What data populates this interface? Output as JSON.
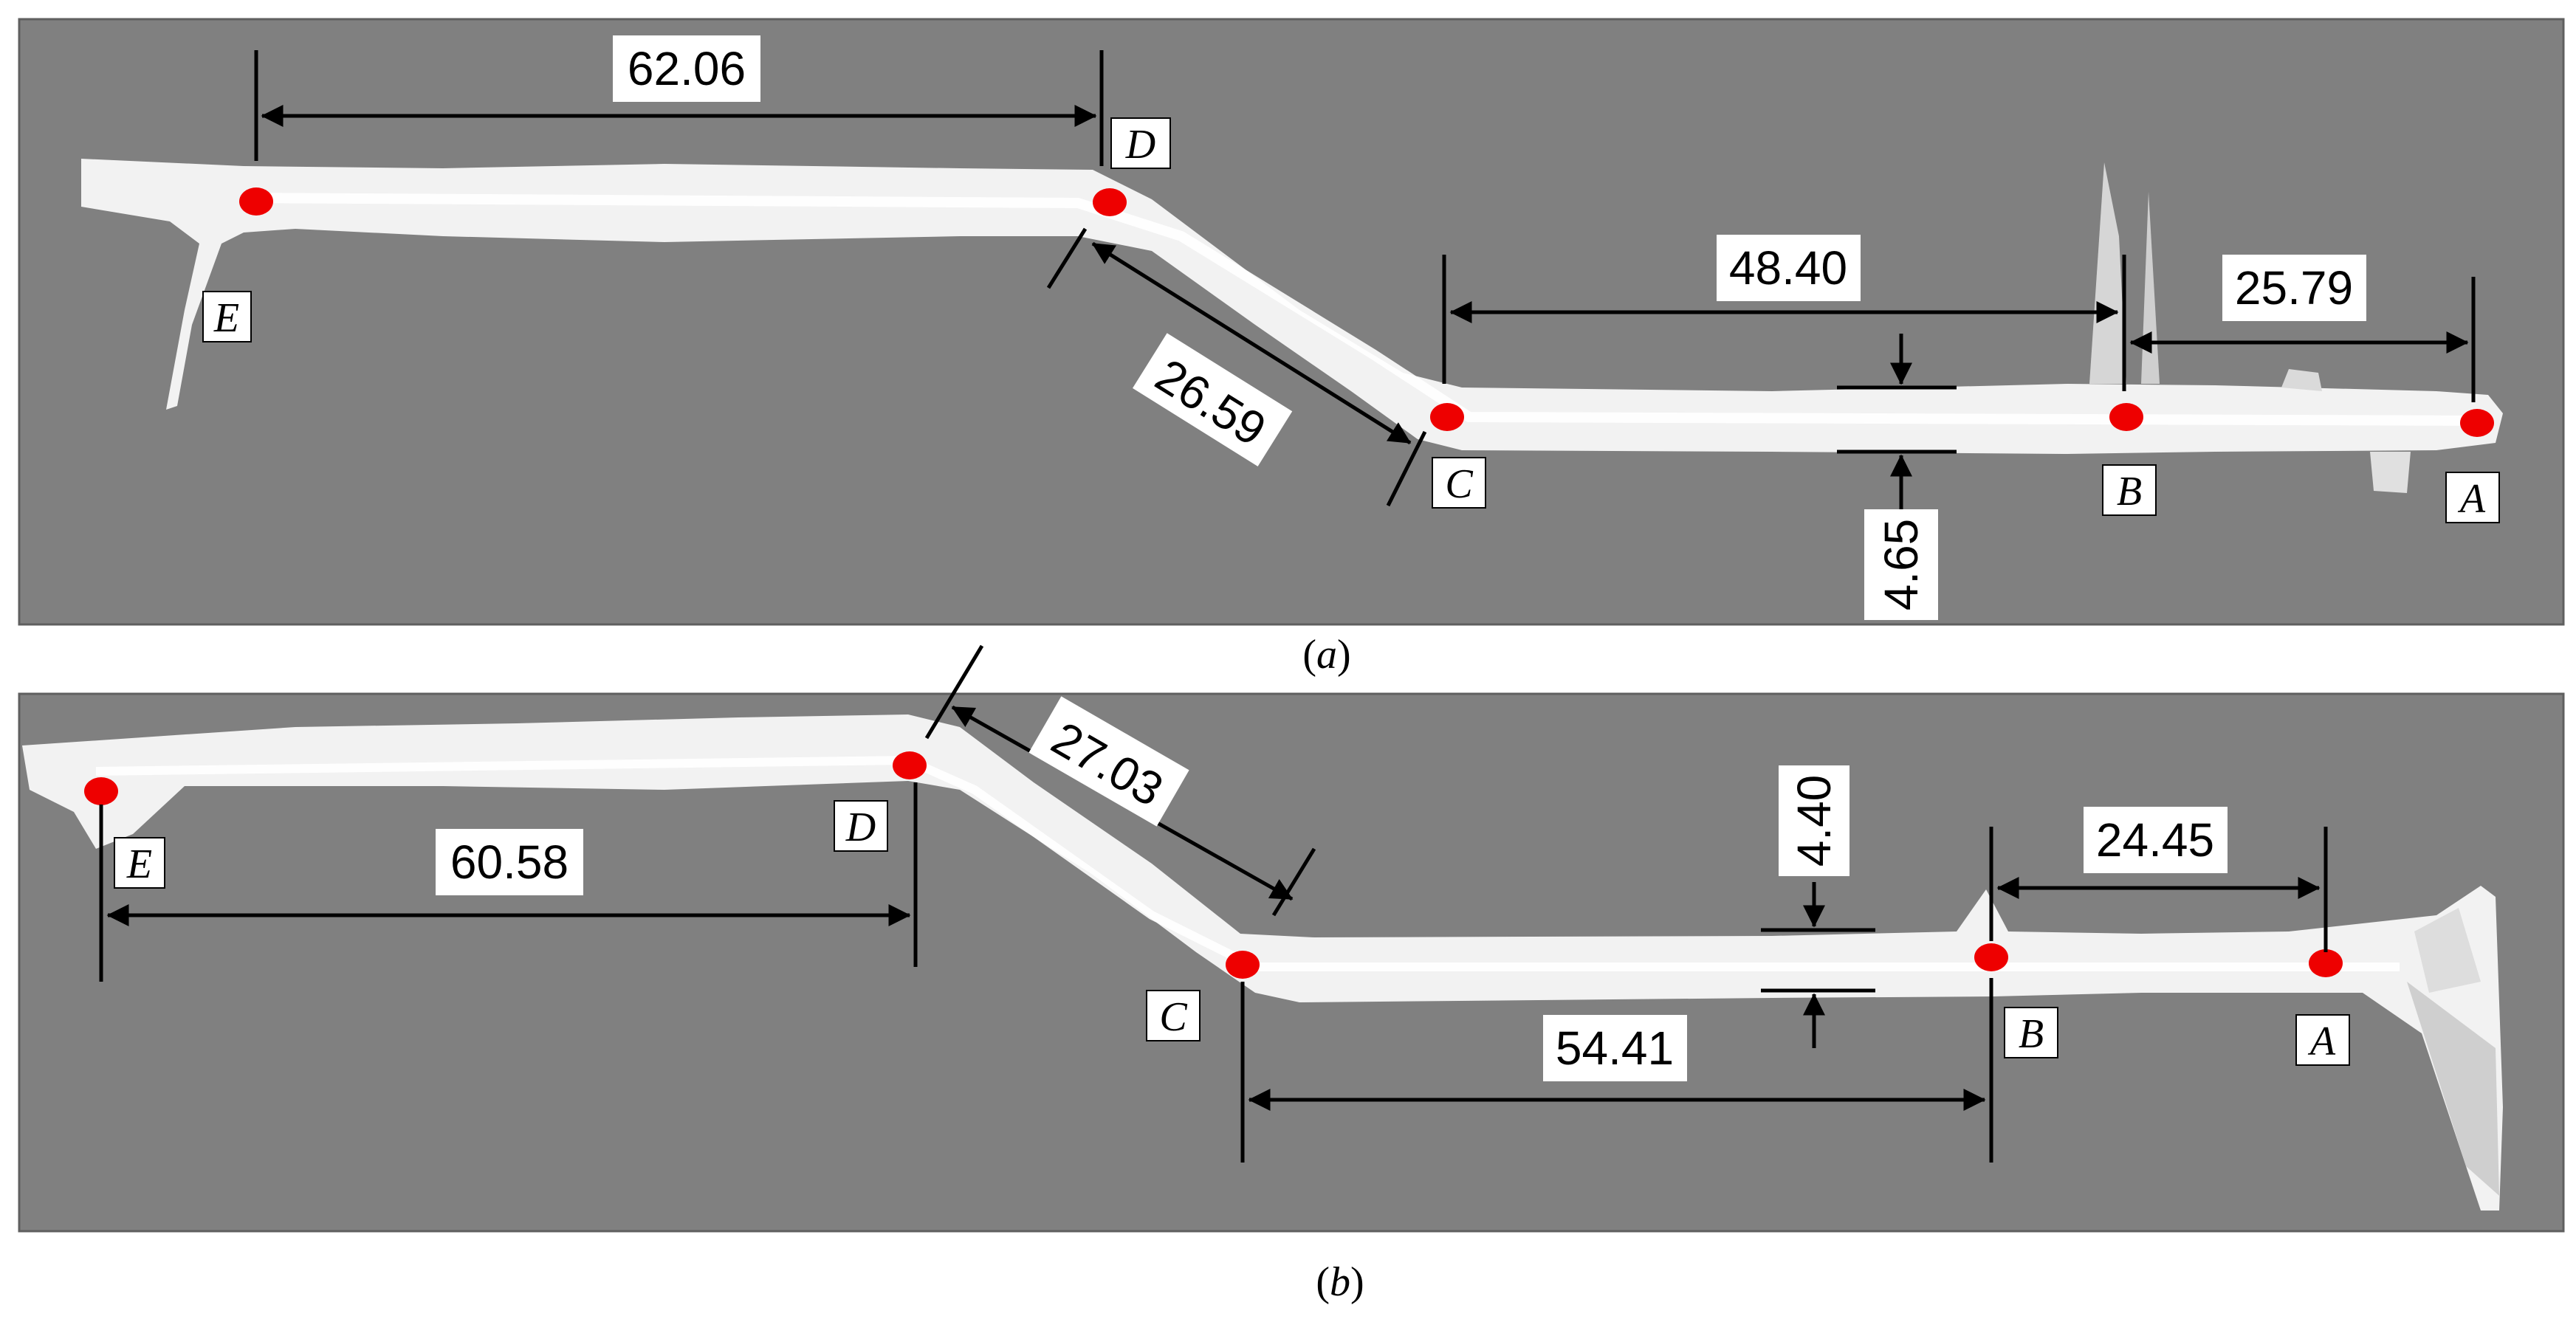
{
  "panels": [
    {
      "caption_prefix": "(",
      "caption_letter": "a",
      "caption_suffix": ")",
      "points": [
        "E",
        "D",
        "C",
        "B",
        "A"
      ],
      "measurements": [
        "62.06",
        "26.59",
        "48.40",
        "4.65",
        "25.79"
      ]
    },
    {
      "caption_prefix": "(",
      "caption_letter": "b",
      "caption_suffix": ")",
      "points": [
        "E",
        "D",
        "C",
        "B",
        "A"
      ],
      "measurements": [
        "60.58",
        "27.03",
        "54.41",
        "4.40",
        "24.45"
      ]
    }
  ],
  "colors": {
    "background": "#808080",
    "tunnel": "#f2f2f2",
    "marker": "#ee0000",
    "line": "#000000"
  }
}
